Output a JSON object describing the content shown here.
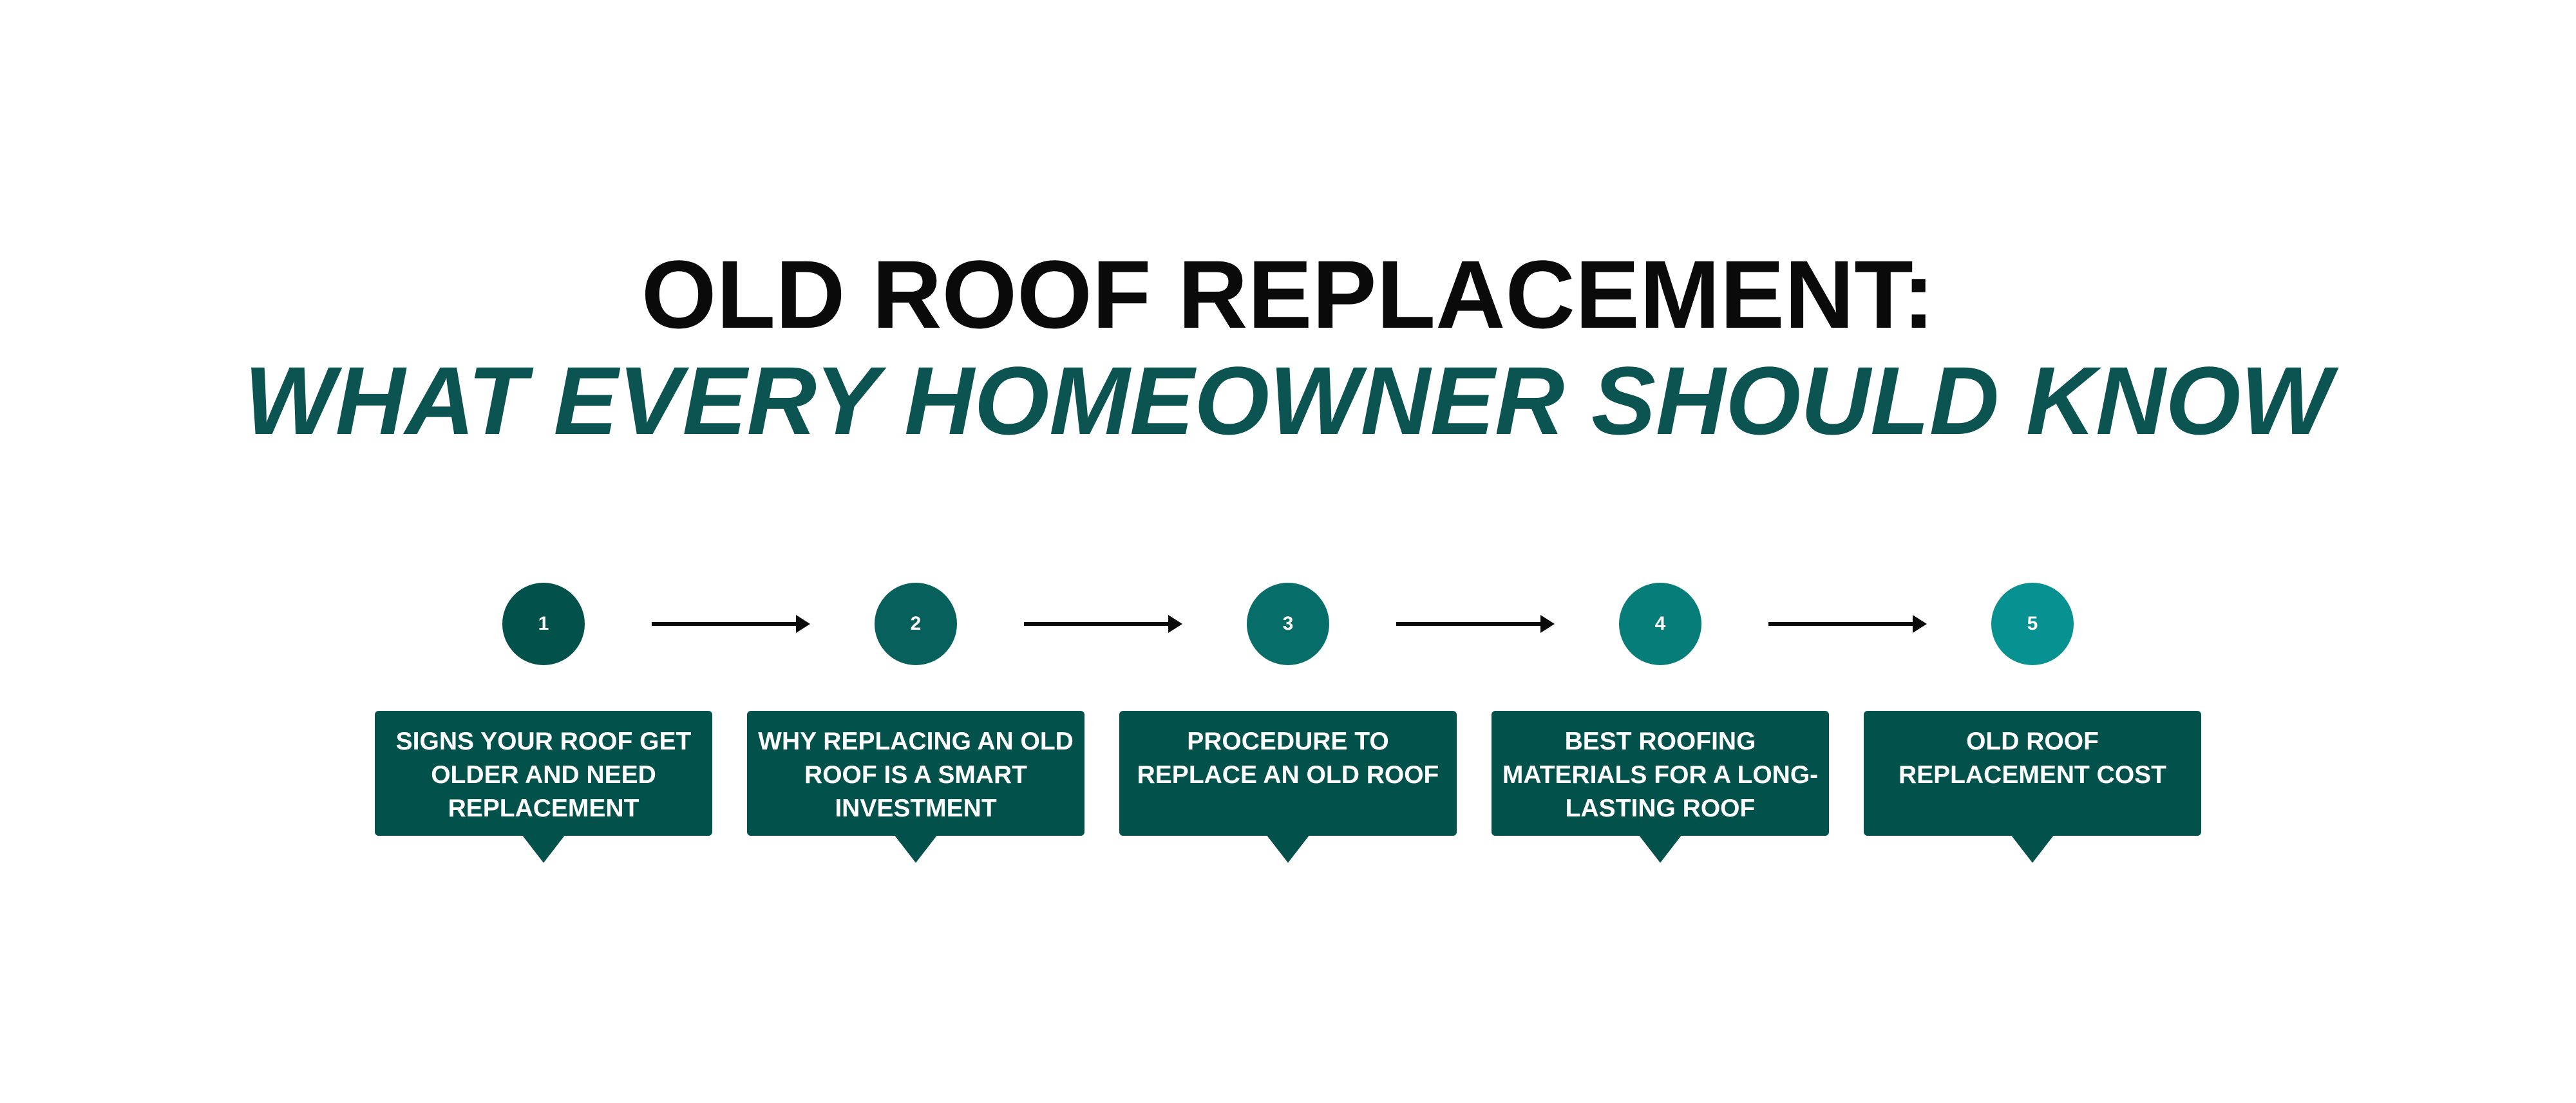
{
  "title": {
    "line1": "OLD ROOF REPLACEMENT:",
    "line2": "WHAT EVERY HOMEOWNER SHOULD KNOW"
  },
  "colors": {
    "title_primary": "#0a0a0a",
    "title_accent": "#0b5451",
    "card_background": "#03514b",
    "arrow": "#0a0a0a",
    "card_text": "#ffffff"
  },
  "steps": [
    {
      "number": "1",
      "label": "SIGNS YOUR ROOF GET OLDER AND NEED REPLACEMENT",
      "circle_color": "#03514b"
    },
    {
      "number": "2",
      "label": "WHY REPLACING AN OLD ROOF IS A SMART INVESTMENT",
      "circle_color": "#07605b"
    },
    {
      "number": "3",
      "label": "PROCEDURE TO REPLACE AN OLD ROOF",
      "circle_color": "#066d69"
    },
    {
      "number": "4",
      "label": "BEST ROOFING MATERIALS FOR A LONG-LASTING ROOF",
      "circle_color": "#077d79"
    },
    {
      "number": "5",
      "label": "OLD ROOF REPLACEMENT COST",
      "circle_color": "#079190"
    }
  ],
  "connectors": [
    {
      "from": "1",
      "to": "2"
    },
    {
      "from": "2",
      "to": "3"
    },
    {
      "from": "3",
      "to": "4"
    },
    {
      "from": "4",
      "to": "5"
    }
  ]
}
